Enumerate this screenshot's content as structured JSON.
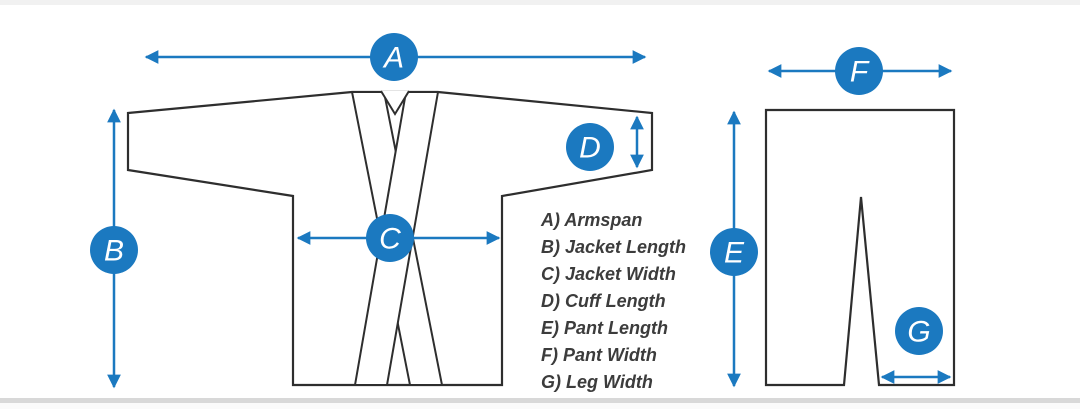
{
  "markers": {
    "armspan": "A",
    "jacket_length": "B",
    "jacket_width": "C",
    "cuff_length": "D",
    "pant_length": "E",
    "pant_width": "F",
    "leg_width": "G"
  },
  "legend": {
    "items": [
      "A) Armspan",
      "B) Jacket Length",
      "C) Jacket Width",
      "D) Cuff Length",
      "E) Pant Length",
      "F) Pant Width",
      "G) Leg Width"
    ]
  },
  "colors": {
    "accent_blue": "#1b79c0",
    "outline": "#2e2e2e",
    "legend_text": "#3c3c3c"
  }
}
